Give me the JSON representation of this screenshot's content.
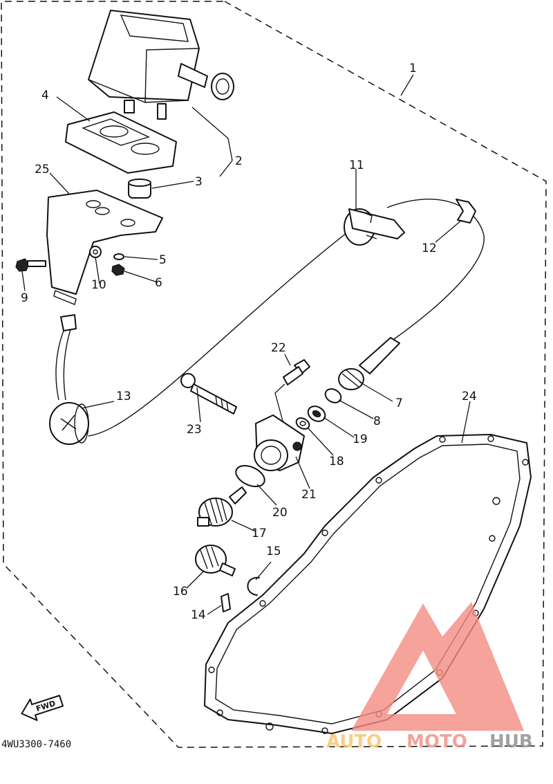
{
  "diagram": {
    "part_callouts": [
      "1",
      "2",
      "3",
      "4",
      "5",
      "6",
      "7",
      "8",
      "9",
      "10",
      "11",
      "12",
      "13",
      "14",
      "15",
      "16",
      "17",
      "18",
      "19",
      "20",
      "21",
      "22",
      "23",
      "24",
      "25"
    ],
    "drawing_code": "4WU3300-7460",
    "fwd_label": "FWD"
  },
  "watermark": {
    "text_auto": "AUTO",
    "text_moto": "MOTO",
    "text_hub": "HUB",
    "color_triangle": "#f28c82",
    "color_auto": "#f7c36a",
    "color_moto": "#f28c82",
    "color_hub": "#8a8a8a"
  }
}
